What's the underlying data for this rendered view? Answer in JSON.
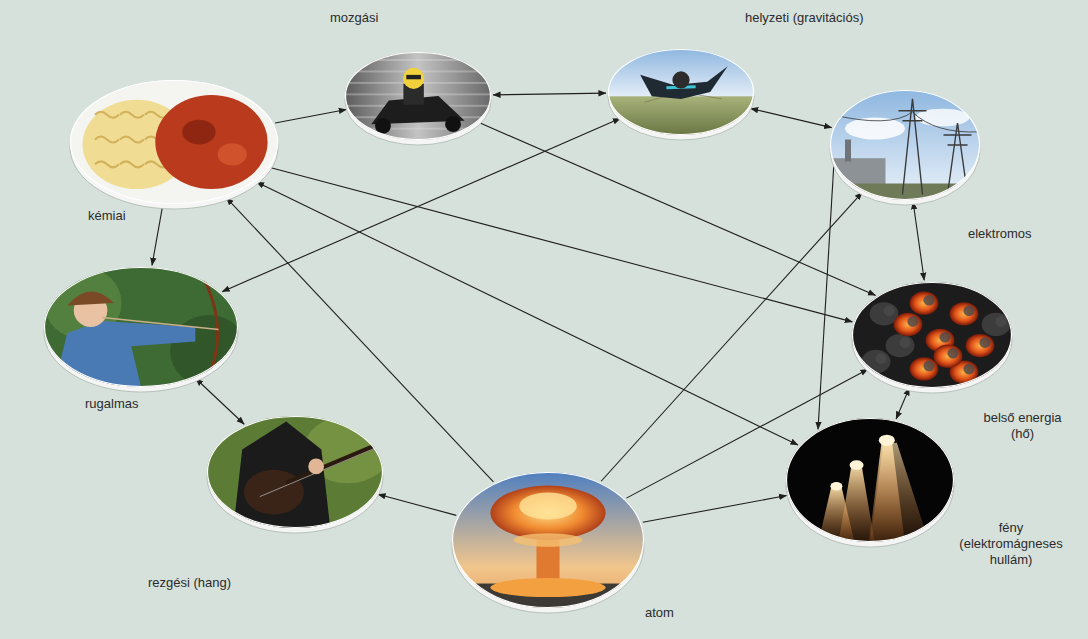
{
  "diagram": {
    "nodes": [
      {
        "text": [
          "mozgási"
        ]
      },
      {
        "text": [
          "helyzeti (gravitációs)"
        ]
      },
      {
        "text": [
          "kémiai"
        ]
      },
      {
        "text": [
          "elektromos"
        ]
      },
      {
        "text": [
          "rugalmas"
        ]
      },
      {
        "text": [
          "belső energia (hő)"
        ]
      },
      {
        "text": [
          "rezgési (hang)"
        ]
      },
      {
        "text": [
          "fény (elektromágneses hullám)"
        ]
      },
      {
        "text": [
          "atom"
        ]
      }
    ],
    "edges": [
      {
        "from": 2,
        "to": 0,
        "arrow": "to"
      },
      {
        "from": 0,
        "to": 1,
        "arrow": "both"
      },
      {
        "from": 1,
        "to": 3,
        "arrow": "both"
      },
      {
        "from": 3,
        "to": 5,
        "arrow": "both"
      },
      {
        "from": 5,
        "to": 7,
        "arrow": "both"
      },
      {
        "from": 2,
        "to": 4,
        "arrow": "to"
      },
      {
        "from": 4,
        "to": 6,
        "arrow": "both"
      },
      {
        "from": 8,
        "to": 6,
        "arrow": "to"
      },
      {
        "from": 8,
        "to": 7,
        "arrow": "to"
      },
      {
        "from": 0,
        "to": 5,
        "arrow": "to"
      },
      {
        "from": 2,
        "to": 5,
        "arrow": "to"
      },
      {
        "from": 1,
        "to": 4,
        "arrow": "both"
      },
      {
        "from": 2,
        "to": 7,
        "arrow": "both"
      },
      {
        "from": 8,
        "to": 2,
        "arrow": "to"
      },
      {
        "from": 8,
        "to": 3,
        "arrow": "to"
      },
      {
        "from": 8,
        "to": 5,
        "arrow": "to"
      },
      {
        "from": 3,
        "to": 7,
        "arrow": "to"
      }
    ]
  }
}
